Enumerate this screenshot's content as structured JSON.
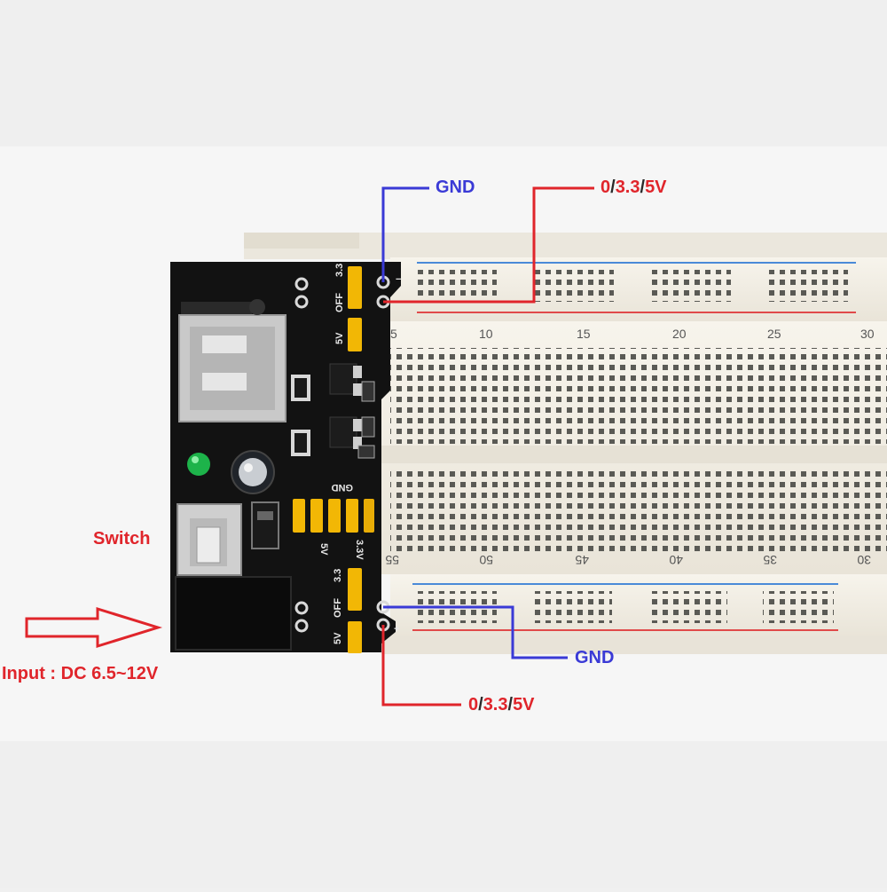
{
  "labels": {
    "gnd_top": "GND",
    "gnd_bottom": "GND",
    "vout_top": {
      "a": "0",
      "s1": "/",
      "b": "3.3",
      "s2": "/",
      "c": "5V"
    },
    "vout_bottom": {
      "a": "0",
      "s1": "/",
      "b": "3.3",
      "s2": "/",
      "c": "5V"
    },
    "switch": "Switch",
    "input": "Input : DC 6.5~12V"
  },
  "breadboard": {
    "numbers_top": [
      "5",
      "10",
      "15",
      "20",
      "25",
      "30"
    ],
    "numbers_bottom": [
      "55",
      "50",
      "45",
      "40",
      "35",
      "30"
    ]
  },
  "module": {
    "silk_33_top": "3.3",
    "silk_off_top": "OFF",
    "silk_5v_top": "5V",
    "silk_minus_top": "−",
    "silk_gnd_mid": "GND",
    "silk_5v_mid": "5V",
    "silk_33_mid": "3.3V",
    "silk_33_bot": "3.3",
    "silk_off_bot": "OFF",
    "silk_5v_bot": "5V",
    "silk_plus_bot": "+"
  },
  "colors": {
    "gnd_wire": "#3a3ad6",
    "vout_wire": "#e0252b",
    "jumper": "#f2b705",
    "pcb": "#111111",
    "breadboard": "#f3efe6"
  }
}
